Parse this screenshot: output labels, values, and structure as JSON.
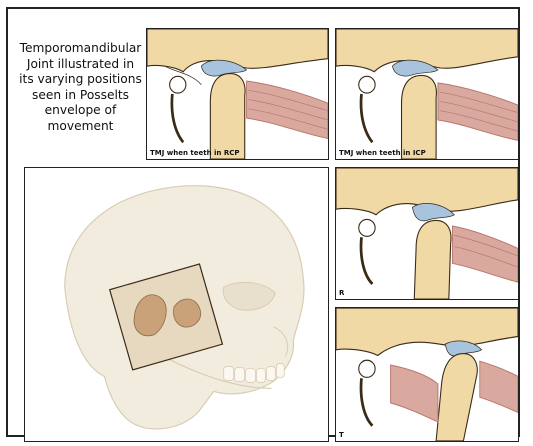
{
  "title": "Temporomandibular Joint illustrated in its varying positions seen in Posselts envelope of movement",
  "panels": {
    "rcp": "TMJ when teeth in RCP",
    "icp": "TMJ when teeth in ICP",
    "r": "R",
    "t": "T"
  },
  "colors": {
    "bone": "#f1d9a6",
    "bone_edge": "#3a2a18",
    "muscle": "#d9a89e",
    "muscle_stripe": "#b8756c",
    "disc": "#a7c3de",
    "skull": "#f2ecdf",
    "skull_line": "#d9ccb3"
  }
}
